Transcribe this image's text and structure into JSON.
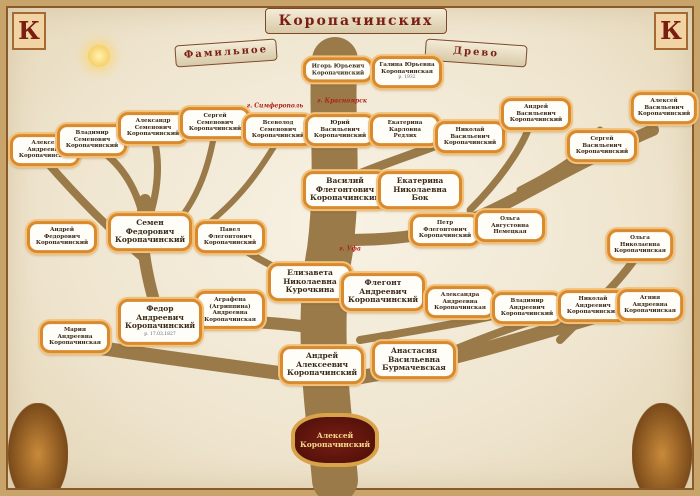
{
  "title": {
    "line1": "Коропачинских",
    "left": "Фамильное",
    "right": "Древо"
  },
  "corners": {
    "monogram": "К"
  },
  "cities": [
    "г. Симферополь",
    "г. Красноярск",
    "г. Уфа"
  ],
  "root": "Алексей Коропачинский",
  "people": [
    {
      "name": "Алексей Андреевич Коропачинский"
    },
    {
      "name": "Владимир Семенович Коропачинский"
    },
    {
      "name": "Александр Семенович Коропачинский"
    },
    {
      "name": "Сергей Семенович Коропачинский"
    },
    {
      "name": "Всеволод Семенович Коропачинский"
    },
    {
      "name": "Игорь Юрьевич Коропачинский"
    },
    {
      "name": "Галина Юрьевна Коропачинская",
      "date": "р. 1932"
    },
    {
      "name": "Юрий Васильевич Коропачинский"
    },
    {
      "name": "Екатерина Карловна Редлих"
    },
    {
      "name": "Николай Васильевич Коропачинский"
    },
    {
      "name": "Андрей Васильевич Коропачинский"
    },
    {
      "name": "Сергей Васильевич Коропачинский"
    },
    {
      "name": "Алексей Васильевич Коропачинский"
    },
    {
      "name": "Андрей Федорович Коропачинский"
    },
    {
      "name": "Семен Федорович Коропачинский"
    },
    {
      "name": "Павел Флегонтович Коропачинский"
    },
    {
      "name": "Василий Флегонтович Коропачинский"
    },
    {
      "name": "Екатерина Николаевна Бок"
    },
    {
      "name": "Петр Флегонтович Коропачинский"
    },
    {
      "name": "Ольга Августовна Немецкая"
    },
    {
      "name": "Ольга Николаевна Коропачинская"
    },
    {
      "name": "Елизавета Николаевна Курочкина"
    },
    {
      "name": "Флегонт Андреевич Коропачинский"
    },
    {
      "name": "Аграфена (Агриппина) Андреевна Коропачинская"
    },
    {
      "name": "Федор Андреевич Коропачинский",
      "date": "р. 17.03.1827"
    },
    {
      "name": "Мария Андреевна Коропачинская"
    },
    {
      "name": "Александра Андреевна Коропачинская"
    },
    {
      "name": "Владимир Андреевич Коропачинский"
    },
    {
      "name": "Николай Андреевич Коропачинский"
    },
    {
      "name": "Агния Андреевна Коропачинская"
    },
    {
      "name": "Андрей Алексеевич Коропачинский"
    },
    {
      "name": "Анастасия Васильевна Бурмачевская"
    }
  ]
}
